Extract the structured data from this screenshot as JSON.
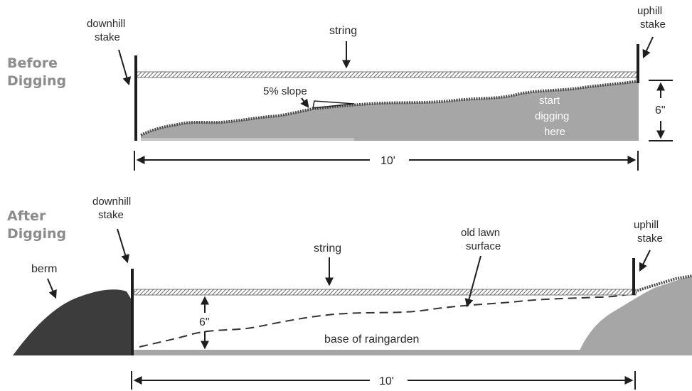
{
  "before": {
    "title_line1": "Before",
    "title_line2": "Digging",
    "downhill_stake_line1": "downhill",
    "downhill_stake_line2": "stake",
    "uphill_stake_line1": "uphill",
    "uphill_stake_line2": "stake",
    "string_label": "string",
    "slope_label": "5% slope",
    "start_line1": "start",
    "start_line2": "digging",
    "start_line3": "here",
    "depth_label": "6\"",
    "length_label": "10'"
  },
  "after": {
    "title_line1": "After",
    "title_line2": "Digging",
    "downhill_stake_line1": "downhill",
    "downhill_stake_line2": "stake",
    "uphill_stake_line1": "uphill",
    "uphill_stake_line2": "stake",
    "berm_label": "berm",
    "string_label": "string",
    "old_lawn_line1": "old lawn",
    "old_lawn_line2": "surface",
    "depth_label": "6\"",
    "base_label": "base of raingarden",
    "length_label": "10'"
  },
  "colors": {
    "ground": "#a6a6a6",
    "ground_edge": "#4a4a4a",
    "berm": "#3c3c3c",
    "stake": "#1e1e1e",
    "text": "#2a2a2a",
    "title": "#8c8c8c"
  }
}
